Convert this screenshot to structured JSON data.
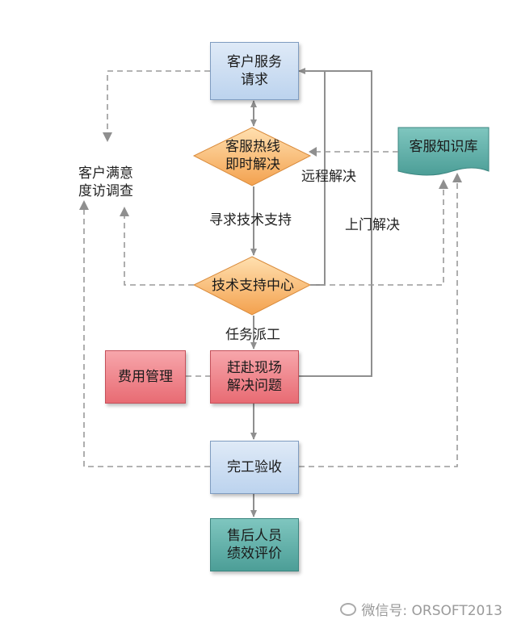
{
  "nodes": {
    "customer_request": "客户服务\n请求",
    "hotline": "客服热线\n即时解决",
    "tech_center": "技术支持中心",
    "onsite": "赶赴现场\n解决问题",
    "cost_mgmt": "费用管理",
    "completion": "完工验收",
    "evaluation": "售后人员\n绩效评价",
    "knowledge_base": "客服知识库",
    "satisfaction_survey": "客户满意\n度访调查"
  },
  "edge_labels": {
    "remote": "远程解决",
    "seek_support": "寻求技术支持",
    "onsite_visit": "上门解决",
    "dispatch": "任务派工"
  },
  "watermark": "微信号: ORSOFT2013",
  "colors": {
    "blue_box": "#c9dcf2",
    "orange_diamond": "#f6b56b",
    "red_box": "#ee7f86",
    "green_box": "#5fb0a9",
    "arrow": "#999999"
  }
}
